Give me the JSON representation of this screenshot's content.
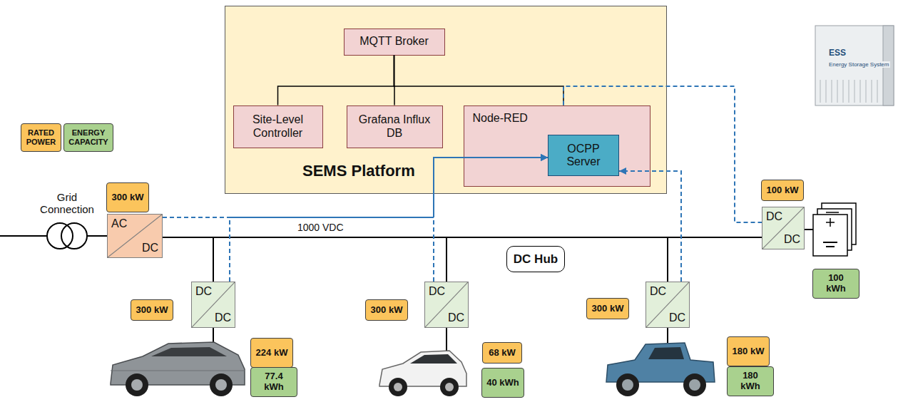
{
  "diagram": {
    "nodes": [
      {
        "text": [
          "SEMS Platform"
        ]
      },
      {
        "text": [
          "MQTT Broker"
        ],
        "in": 0
      },
      {
        "text": [
          "Site-Level Controller"
        ],
        "in": 0
      },
      {
        "text": [
          "Grafana Influx DB"
        ],
        "in": 0
      },
      {
        "text": [
          "Node-RED"
        ],
        "in": 0
      },
      {
        "text": [
          "OCPP Server"
        ],
        "in": 4
      },
      {
        "text": [
          "AC",
          "DC"
        ]
      },
      {
        "text": [
          "DC",
          "DC"
        ]
      },
      {
        "text": [
          "DC",
          "DC"
        ]
      },
      {
        "text": [
          "DC",
          "DC"
        ]
      },
      {
        "text": [
          "DC",
          "DC"
        ]
      },
      {
        "text": [
          "DC Hub"
        ]
      },
      {
        "text": [
          "300 kW"
        ]
      },
      {
        "text": [
          "300 kW"
        ]
      },
      {
        "text": [
          "224 kW"
        ]
      },
      {
        "text": [
          "77.4 kWh"
        ]
      },
      {
        "text": [
          "300 kW"
        ]
      },
      {
        "text": [
          "68 kW"
        ]
      },
      {
        "text": [
          "40 kWh"
        ]
      },
      {
        "text": [
          "300 kW"
        ]
      },
      {
        "text": [
          "180 kW"
        ]
      },
      {
        "text": [
          "180 kWh"
        ]
      },
      {
        "text": [
          "100 kW"
        ]
      },
      {
        "text": [
          "100 kWh"
        ]
      }
    ],
    "edges": [
      {
        "from": 1,
        "to": 2,
        "arrow": "none"
      },
      {
        "from": 1,
        "to": 3,
        "arrow": "none"
      },
      {
        "from": 1,
        "to": 4,
        "arrow": "none"
      },
      {
        "from": 6,
        "to": 7,
        "arrow": "none"
      },
      {
        "from": 6,
        "to": 8,
        "arrow": "none"
      },
      {
        "from": 6,
        "to": 9,
        "arrow": "none"
      },
      {
        "from": 6,
        "to": 10,
        "arrow": "none"
      },
      {
        "from": 6,
        "to": 5,
        "arrow": "to"
      },
      {
        "from": 7,
        "to": 5,
        "arrow": "to"
      },
      {
        "from": 8,
        "to": 5,
        "arrow": "to"
      },
      {
        "from": 9,
        "to": 5,
        "arrow": "to"
      },
      {
        "from": 4,
        "to": 10,
        "arrow": "none"
      }
    ],
    "labels": [
      "Grid Connection",
      "1000 VDC",
      "ESS",
      "Energy Storage System"
    ],
    "legend": [
      {
        "text": "RATED POWER",
        "color": "#fbc45c"
      },
      {
        "text": "ENERGY CAPACITY",
        "color": "#a9d18e"
      }
    ]
  }
}
